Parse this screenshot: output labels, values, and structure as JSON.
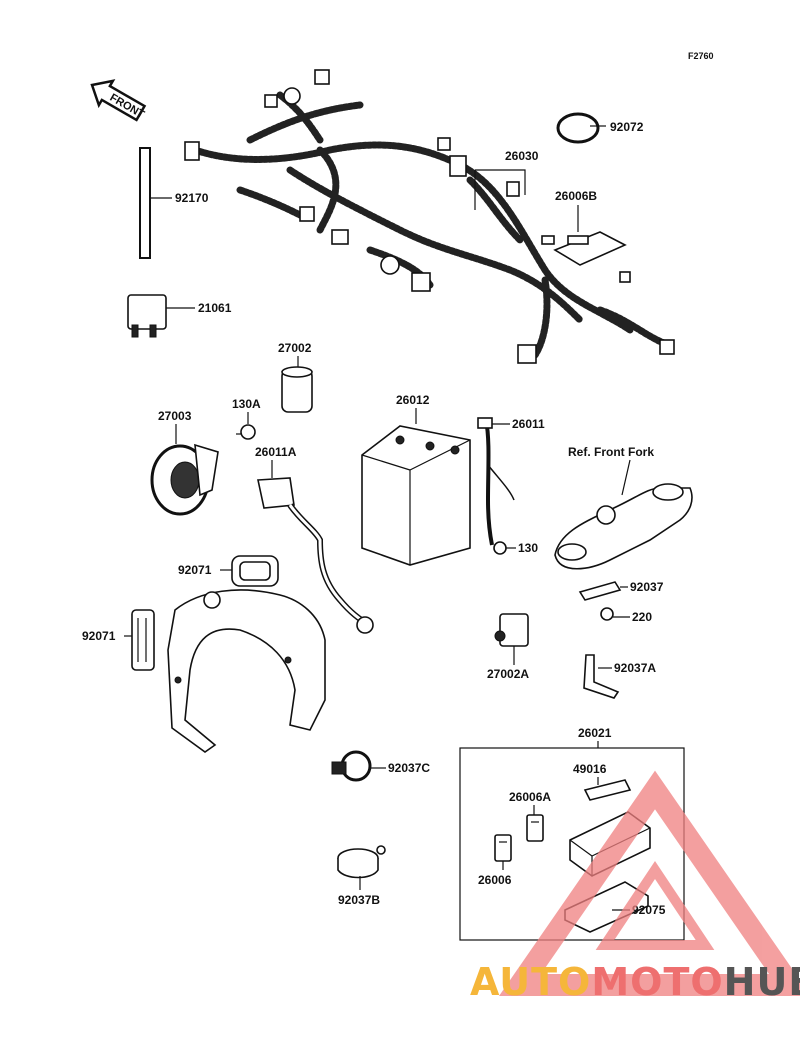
{
  "figure_code": "F2760",
  "front_arrow_text": "FRONT",
  "ref_note": "Ref. Front Fork",
  "watermark": {
    "text_auto": "AUTO",
    "text_moto": "MOTO",
    "text_hub": "HUB",
    "colors": {
      "auto": "#f5b63a",
      "moto": "#ee6f6f",
      "hub": "#555555",
      "triangle": "#f08080"
    }
  },
  "parts": {
    "p92072": "92072",
    "p26030": "26030",
    "p26006B": "26006B",
    "p92170": "92170",
    "p21061": "21061",
    "p27002": "27002",
    "p27003": "27003",
    "p130A": "130A",
    "p26011A": "26011A",
    "p26012": "26012",
    "p26011": "26011",
    "p130": "130",
    "p92071a": "92071",
    "p92071b": "92071",
    "p92037": "92037",
    "p220": "220",
    "p27002A": "27002A",
    "p92037A": "92037A",
    "p26021": "26021",
    "p49016": "49016",
    "p26006A": "26006A",
    "p26006": "26006",
    "p92075": "92075",
    "p92037C": "92037C",
    "p92037B": "92037B"
  }
}
